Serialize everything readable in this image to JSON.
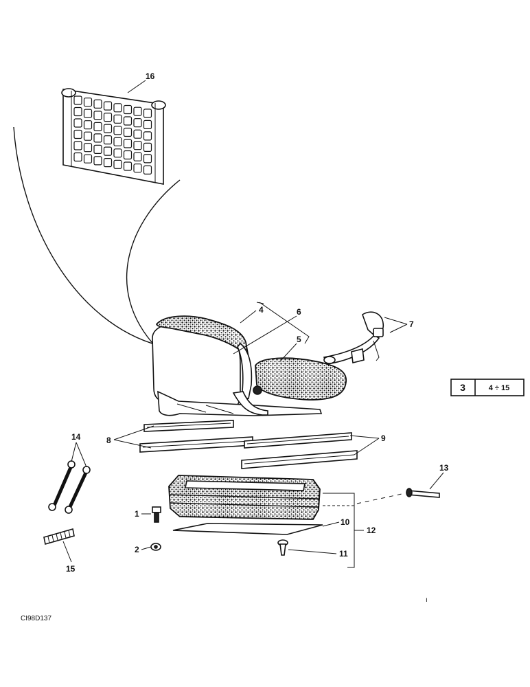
{
  "callouts": [
    {
      "id": "16",
      "label": "16"
    },
    {
      "id": "4",
      "label": "4"
    },
    {
      "id": "6",
      "label": "6"
    },
    {
      "id": "5",
      "label": "5"
    },
    {
      "id": "7",
      "label": "7"
    },
    {
      "id": "8",
      "label": "8"
    },
    {
      "id": "9",
      "label": "9"
    },
    {
      "id": "14",
      "label": "14"
    },
    {
      "id": "13",
      "label": "13"
    },
    {
      "id": "1",
      "label": "1"
    },
    {
      "id": "10",
      "label": "10"
    },
    {
      "id": "12",
      "label": "12"
    },
    {
      "id": "2",
      "label": "2"
    },
    {
      "id": "11",
      "label": "11"
    },
    {
      "id": "15",
      "label": "15"
    }
  ],
  "reference_box": {
    "section": "3",
    "range": "4 ÷ 15"
  },
  "drawing_code": "CI98D137",
  "stray_mark": "ı"
}
